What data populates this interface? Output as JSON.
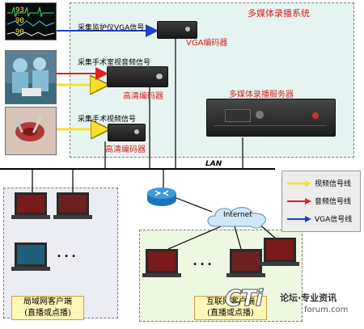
{
  "title": "多媒体录播系统",
  "sources": {
    "vga": "采集监护仪VGA信号",
    "av": "采集手术室视音频信号",
    "video": "采集手术视频信号"
  },
  "devices": {
    "vga_encoder": "VGA编码器",
    "hd_encoder_1": "高清编码器",
    "hd_encoder_2": "高清编码器",
    "server": "多媒体录播服务器"
  },
  "network": {
    "lan": "LAN",
    "internet": "Internet"
  },
  "legend": {
    "video": "视频信号线",
    "audio": "音频信号线",
    "vga": "VGA信号线"
  },
  "monitor_values": [
    "93",
    "90",
    "90"
  ],
  "clients": {
    "lan_line1": "局域网客户端",
    "lan_line2": "(直播或点播)",
    "inet_line1": "互联网客户端",
    "inet_line2": "(直播或点播)",
    "ellipsis": "• • •"
  },
  "watermark": {
    "brand": "CTi",
    "slogan": "论坛·专业资讯",
    "url": "forum.com"
  },
  "colors": {
    "video_line": "#f5e12a",
    "audio_line": "#e32020",
    "vga_line": "#1f3fd1",
    "accent_red": "#d71e1e"
  }
}
